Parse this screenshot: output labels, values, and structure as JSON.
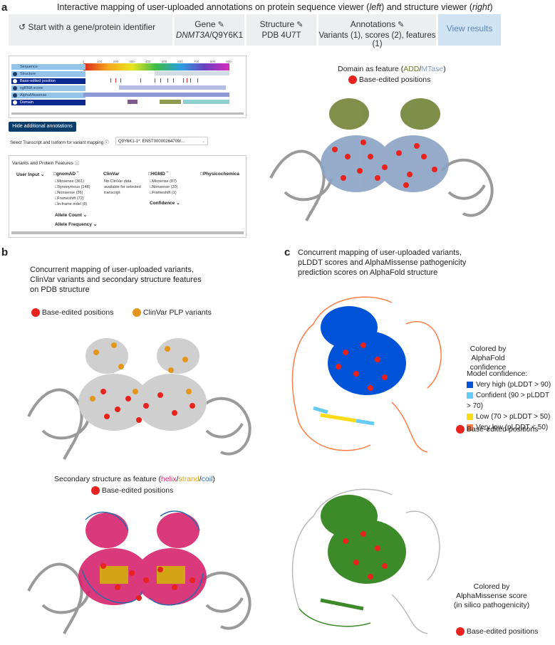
{
  "panel_a": {
    "letter": "a",
    "title_parts": [
      "Interactive mapping of user-uploaded annotations on protein sequence viewer (",
      "left",
      ") and structure viewer (",
      "right",
      ")"
    ],
    "steps": [
      {
        "title": "Start with a gene/protein identifier",
        "sub": "",
        "icon": "restart-icon"
      },
      {
        "title": "Gene",
        "sub_italic": "DNMT3A",
        "sub_rest": "/Q9Y6K1",
        "icon": "edit-icon"
      },
      {
        "title": "Structure",
        "sub": "PDB 4U7T",
        "icon": "edit-icon"
      },
      {
        "title": "Annotations",
        "sub": "Variants (1), scores (2), features (1)",
        "icon": "edit-icon"
      },
      {
        "title": "View results",
        "sub": ""
      }
    ],
    "tracks": [
      "Sequence",
      "Structure",
      "Base-edited position",
      "sgRNA score",
      "AlphaMissense",
      "Domain"
    ],
    "ruler_ticks": [
      "1",
      "100",
      "200",
      "300",
      "400",
      "500",
      "600",
      "700",
      "800",
      "900"
    ],
    "hide_button": "Hide additional annotations",
    "transcript_label": "Select Transcript and Isoform for variant mapping",
    "transcript_value": "Q9Y6K1-1*: ENST00000264709/...",
    "variants_header": "Variants and Protein Features",
    "user_input": "User Input",
    "gnomad": {
      "title": "gnomAD",
      "items": [
        "Missense (361)",
        "Synonymous (248)",
        "Nonsense (26)",
        "Frameshift (72)",
        "In-frame indel (8)"
      ],
      "sub1": "Allele Count",
      "sub2": "Allele Frequency"
    },
    "clinvar": {
      "title": "ClinVar",
      "text": [
        "No ClinVar data",
        "available for selected",
        "transcript"
      ]
    },
    "hgmd": {
      "title": "HGMD",
      "items": [
        "Missense (87)",
        "Nonsense (20)",
        "Frameshift (1)"
      ],
      "sub": "Confidence"
    },
    "physico": "Physicochemica",
    "structure_caption": {
      "prefix": "Domain as feature (",
      "add": "ADD",
      "sep": "/",
      "mtase": "MTase",
      "suffix": ")"
    },
    "base_edited": "Base-edited positions"
  },
  "panel_b": {
    "letter": "b",
    "caption": [
      "Concurrent mapping of user-uploaded variants,",
      "ClinVar variants and secondary structure features",
      "on PDB structure"
    ],
    "legend1": "Base-edited positions",
    "legend2": "ClinVar PLP variants",
    "sec_caption": {
      "prefix": "Secondary structure as feature (",
      "helix": "helix",
      "strand": "strand",
      "coil": "coil",
      "suffix": ")"
    },
    "legend3": "Base-edited positions"
  },
  "panel_c": {
    "letter": "c",
    "caption": [
      "Concurrent mapping of user-uploaded variants,",
      "pLDDT scores and AlphaMissense pathogenicity",
      "prediction scores on AlphaFold structure"
    ],
    "colored_by_1": [
      "Colored by",
      "AlphaFold confidence"
    ],
    "model_conf": "Model confidence:",
    "conf": [
      {
        "label": "Very high (pLDDT > 90)",
        "color": "#0053d6"
      },
      {
        "label": "Confident (90 > pLDDT > 70)",
        "color": "#65cbf3"
      },
      {
        "label": "Low (70 > pLDDT > 50)",
        "color": "#ffdb13"
      },
      {
        "label": "Very low (pLDDT < 50)",
        "color": "#ff7d45"
      }
    ],
    "legend1": "Base-edited positions",
    "colored_by_2": [
      "Colored by",
      "AlphaMissense score",
      "(in silico pathogenicity)"
    ],
    "legend2": "Base-edited positions"
  },
  "colors": {
    "red": "#e8231d",
    "orange": "#e3961b",
    "add": "#6b7b2c",
    "mtase": "#7f9bbf",
    "helix": "#d6246e",
    "strand": "#d4a417",
    "coil": "#2d6aa8",
    "blue_btn": "#0b3d6b"
  }
}
